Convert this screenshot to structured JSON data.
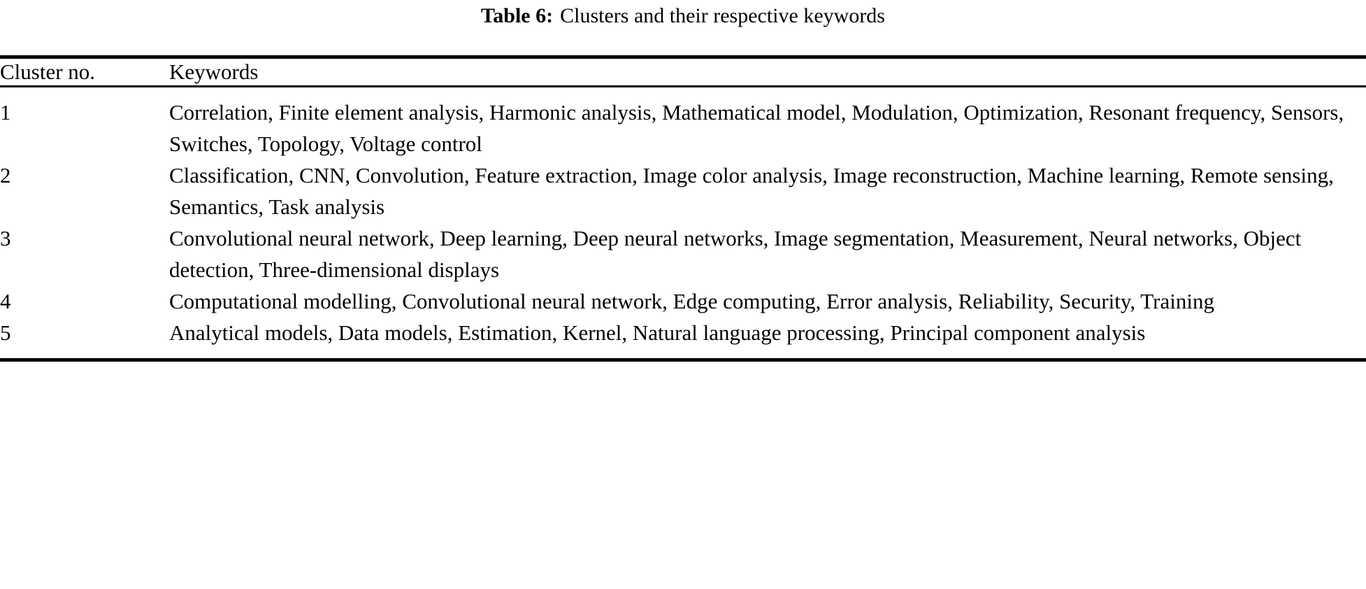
{
  "caption": {
    "label": "Table 6:",
    "text": "Clusters and their respective keywords"
  },
  "table": {
    "columns": [
      {
        "key": "cluster_no",
        "header": "Cluster no."
      },
      {
        "key": "keywords",
        "header": "Keywords"
      }
    ],
    "rows": [
      {
        "cluster_no": "1",
        "keywords": "Correlation, Finite element analysis, Harmonic analysis, Mathematical model, Modulation, Optimization, Resonant frequency, Sensors, Switches, Topology, Voltage control"
      },
      {
        "cluster_no": "2",
        "keywords": "Classification, CNN, Convolution, Feature extraction, Image color analysis, Image reconstruction, Machine learning, Remote sensing, Semantics, Task analysis"
      },
      {
        "cluster_no": "3",
        "keywords": "Convolutional neural network, Deep learning, Deep neural networks, Image segmentation, Measurement, Neural networks, Object detection, Three-dimensional displays"
      },
      {
        "cluster_no": "4",
        "keywords": "Computational modelling, Convolutional neural network, Edge computing, Error analysis, Reliability, Security, Training"
      },
      {
        "cluster_no": "5",
        "keywords": "Analytical models, Data models, Estimation, Kernel, Natural language processing, Principal component analysis"
      }
    ]
  },
  "style": {
    "text_color": "#000000",
    "background_color": "#ffffff",
    "rule_color": "#000000"
  }
}
